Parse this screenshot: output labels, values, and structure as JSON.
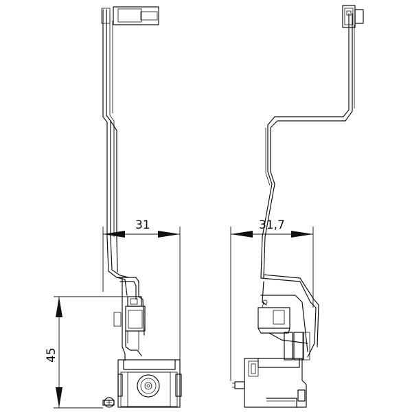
{
  "dimensions": {
    "left_width": "31",
    "right_width": "31,7",
    "height": "45"
  },
  "colors": {
    "line": "#111111",
    "background": "#ffffff"
  }
}
